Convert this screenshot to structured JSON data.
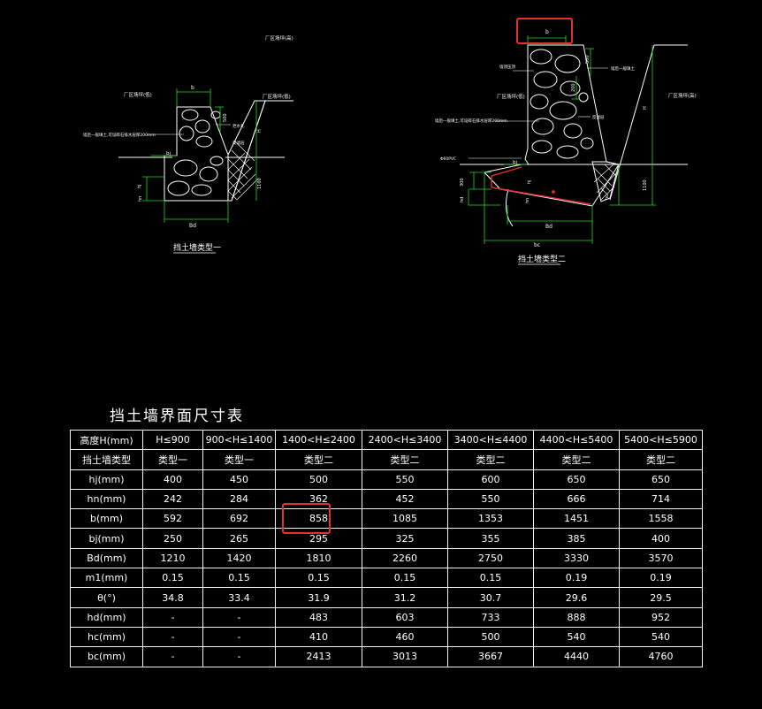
{
  "drawing": {
    "type1": {
      "caption": "挡土墙类型一",
      "label_b": "b",
      "label_bj": "bj",
      "label_hj": "hj",
      "label_hn": "hn",
      "label_bd": "Bd",
      "label_h": "H",
      "label_top": "厂区场坪(高)",
      "label_mid": "厂区场坪(低)",
      "label_upper_left": "厂区场坪(低)",
      "label_pipe": "墙后一般填土,可设碎石排水层厚200mm",
      "label_fill": "反滤层",
      "label_drain": "泄水孔",
      "label_1100": "1100",
      "label_500": "500",
      "label_tilde": "≈"
    },
    "type2": {
      "caption": "挡土墙类型二",
      "label_b": "b",
      "label_bj": "bj",
      "label_hj": "hj",
      "label_hn": "hn",
      "label_hd": "hd",
      "label_hc": "hc",
      "label_bd": "Bd",
      "label_bc": "bc",
      "label_h": "H",
      "label_top": "厂区场坪(高)",
      "label_mid": "厂区场坪(低)",
      "label_pipe": "墙后一般填土,可设碎石排水层厚200mm",
      "label_pipe2": "Φ60PVC",
      "label_crown": "墙顶压顶",
      "label_backfill": "墙后一般填土",
      "label_filter": "反滤层",
      "label_1100": "1100",
      "label_500": "500",
      "label_200": "200",
      "label_300": "300"
    }
  },
  "table": {
    "title": "挡土墙界面尺寸表",
    "header": [
      "高度H(mm)",
      "H≤900",
      "900<H≤1400",
      "1400<H≤2400",
      "2400<H≤3400",
      "3400<H≤4400",
      "4400<H≤5400",
      "5400<H≤5900"
    ],
    "type_row": [
      "挡土墙类型",
      "类型一",
      "类型一",
      "类型二",
      "类型二",
      "类型二",
      "类型二",
      "类型二"
    ],
    "rows": [
      [
        "hj(mm)",
        "400",
        "450",
        "500",
        "550",
        "600",
        "650",
        "650"
      ],
      [
        "hn(mm)",
        "242",
        "284",
        "362",
        "452",
        "550",
        "666",
        "714"
      ],
      [
        "b(mm)",
        "592",
        "692",
        "858",
        "1085",
        "1353",
        "1451",
        "1558"
      ],
      [
        "bj(mm)",
        "250",
        "265",
        "295",
        "325",
        "355",
        "385",
        "400"
      ],
      [
        "Bd(mm)",
        "1210",
        "1420",
        "1810",
        "2260",
        "2750",
        "3330",
        "3570"
      ],
      [
        "m1(mm)",
        "0.15",
        "0.15",
        "0.15",
        "0.15",
        "0.15",
        "0.19",
        "0.19"
      ],
      [
        "θ(°)",
        "34.8",
        "33.4",
        "31.9",
        "31.2",
        "30.7",
        "29.6",
        "29.5"
      ],
      [
        "hd(mm)",
        "-",
        "-",
        "483",
        "603",
        "733",
        "888",
        "952"
      ],
      [
        "hc(mm)",
        "-",
        "-",
        "410",
        "460",
        "500",
        "540",
        "540"
      ],
      [
        "bc(mm)",
        "-",
        "-",
        "2413",
        "3013",
        "3667",
        "4440",
        "4760"
      ]
    ]
  },
  "colors": {
    "background": "#000000",
    "line": "#ffffff",
    "dimension": "#22dd22",
    "highlight": "#e53030",
    "accent_red": "#e03030"
  }
}
